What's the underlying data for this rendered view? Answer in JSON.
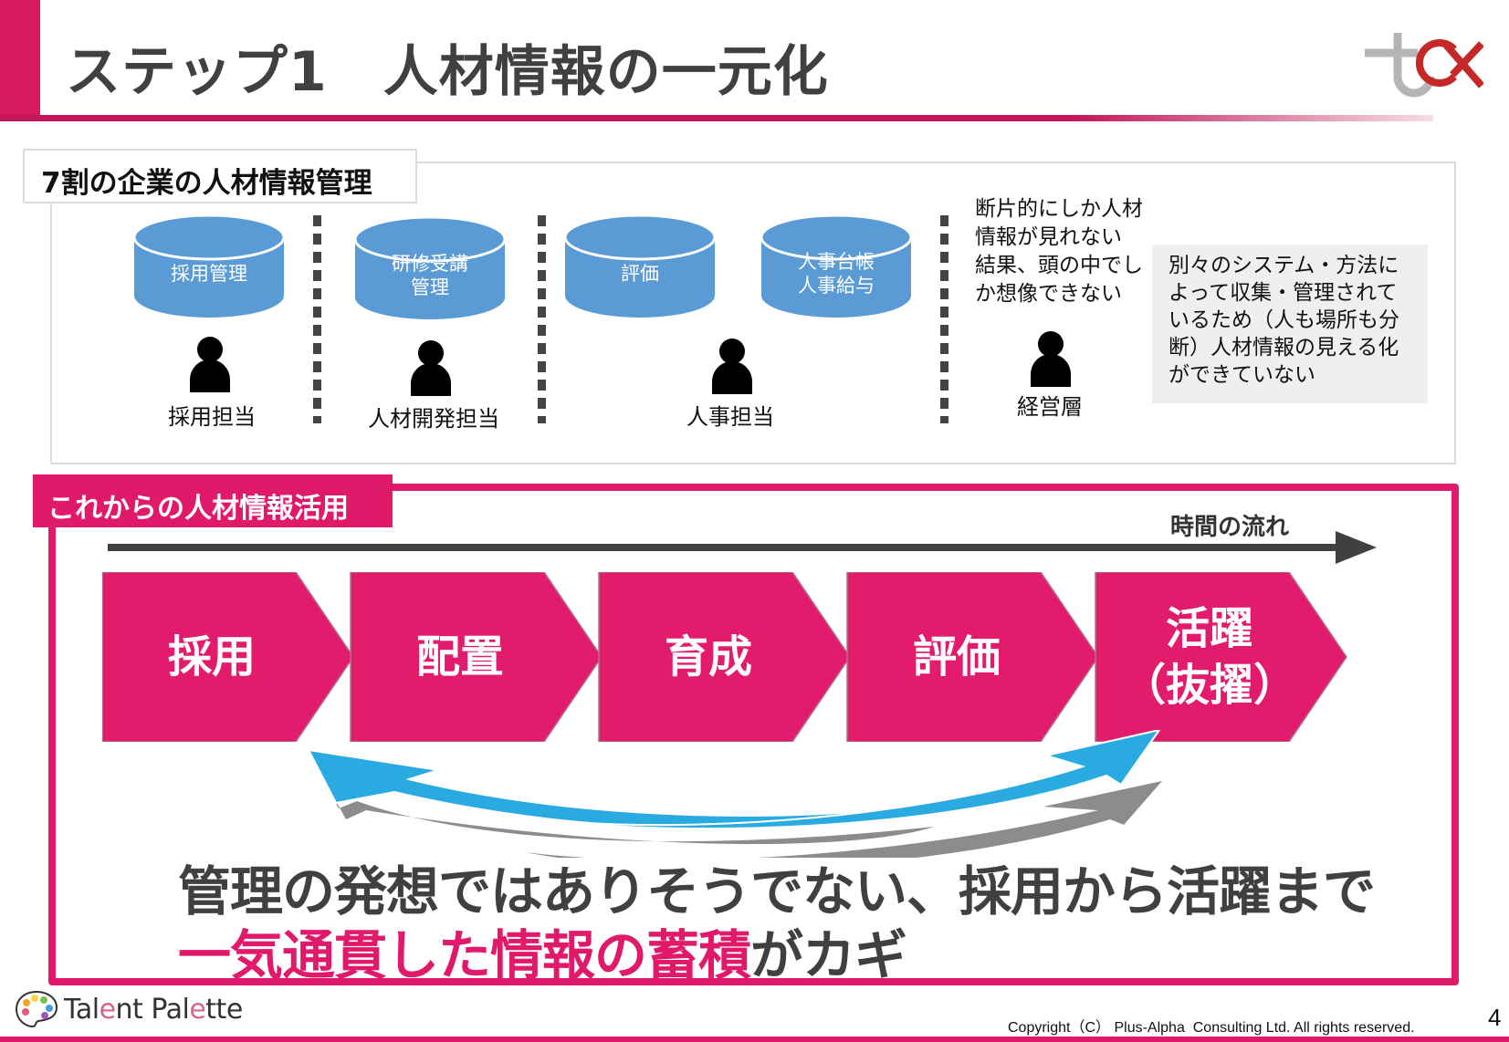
{
  "header": {
    "title": "ステップ1　人材情報の一元化",
    "accent_color": "#d81b60"
  },
  "current_state": {
    "title": "7割の企業の人材情報管理",
    "databases": [
      {
        "label": "採用管理"
      },
      {
        "label": "研修受講\n管理"
      },
      {
        "label": "評価"
      },
      {
        "label": "人事台帳\n人事給与"
      }
    ],
    "roles": [
      {
        "label": "採用担当"
      },
      {
        "label": "人材開発担当"
      },
      {
        "label": "人事担当"
      },
      {
        "label": "経営層"
      }
    ],
    "executive_note": "断片的にしか人材\n情報が見れない\n結果、頭の中でし\nか想像できない",
    "summary_note": "別々のシステム・方法に\nよって収集・管理されて\nいるため（人も場所も分\n断）人材情報の見える化\nができていない",
    "db_color": "#5b9bd5"
  },
  "future_state": {
    "title": "これからの人材情報活用",
    "time_label": "時間の流れ",
    "steps": [
      {
        "label": "採用"
      },
      {
        "label": "配置"
      },
      {
        "label": "育成"
      },
      {
        "label": "評価"
      },
      {
        "label": "活躍\n（抜擢）"
      }
    ],
    "tagline_line1": "管理の発想ではありそうでない、採用から活躍まで",
    "tagline_highlight": "一気通貫した情報の蓄積",
    "tagline_rest": "がカギ",
    "accent_color": "#e0196a",
    "arrow_color": "#29abe2"
  },
  "footer": {
    "brand_prefix": "Tal",
    "brand_e1": "e",
    "brand_mid": "nt Pal",
    "brand_e2": "e",
    "brand_suffix": "tte",
    "copyright": "Copyright（C） Plus-Alpha  Consulting Ltd. All rights reserved.",
    "page_number": "4"
  }
}
